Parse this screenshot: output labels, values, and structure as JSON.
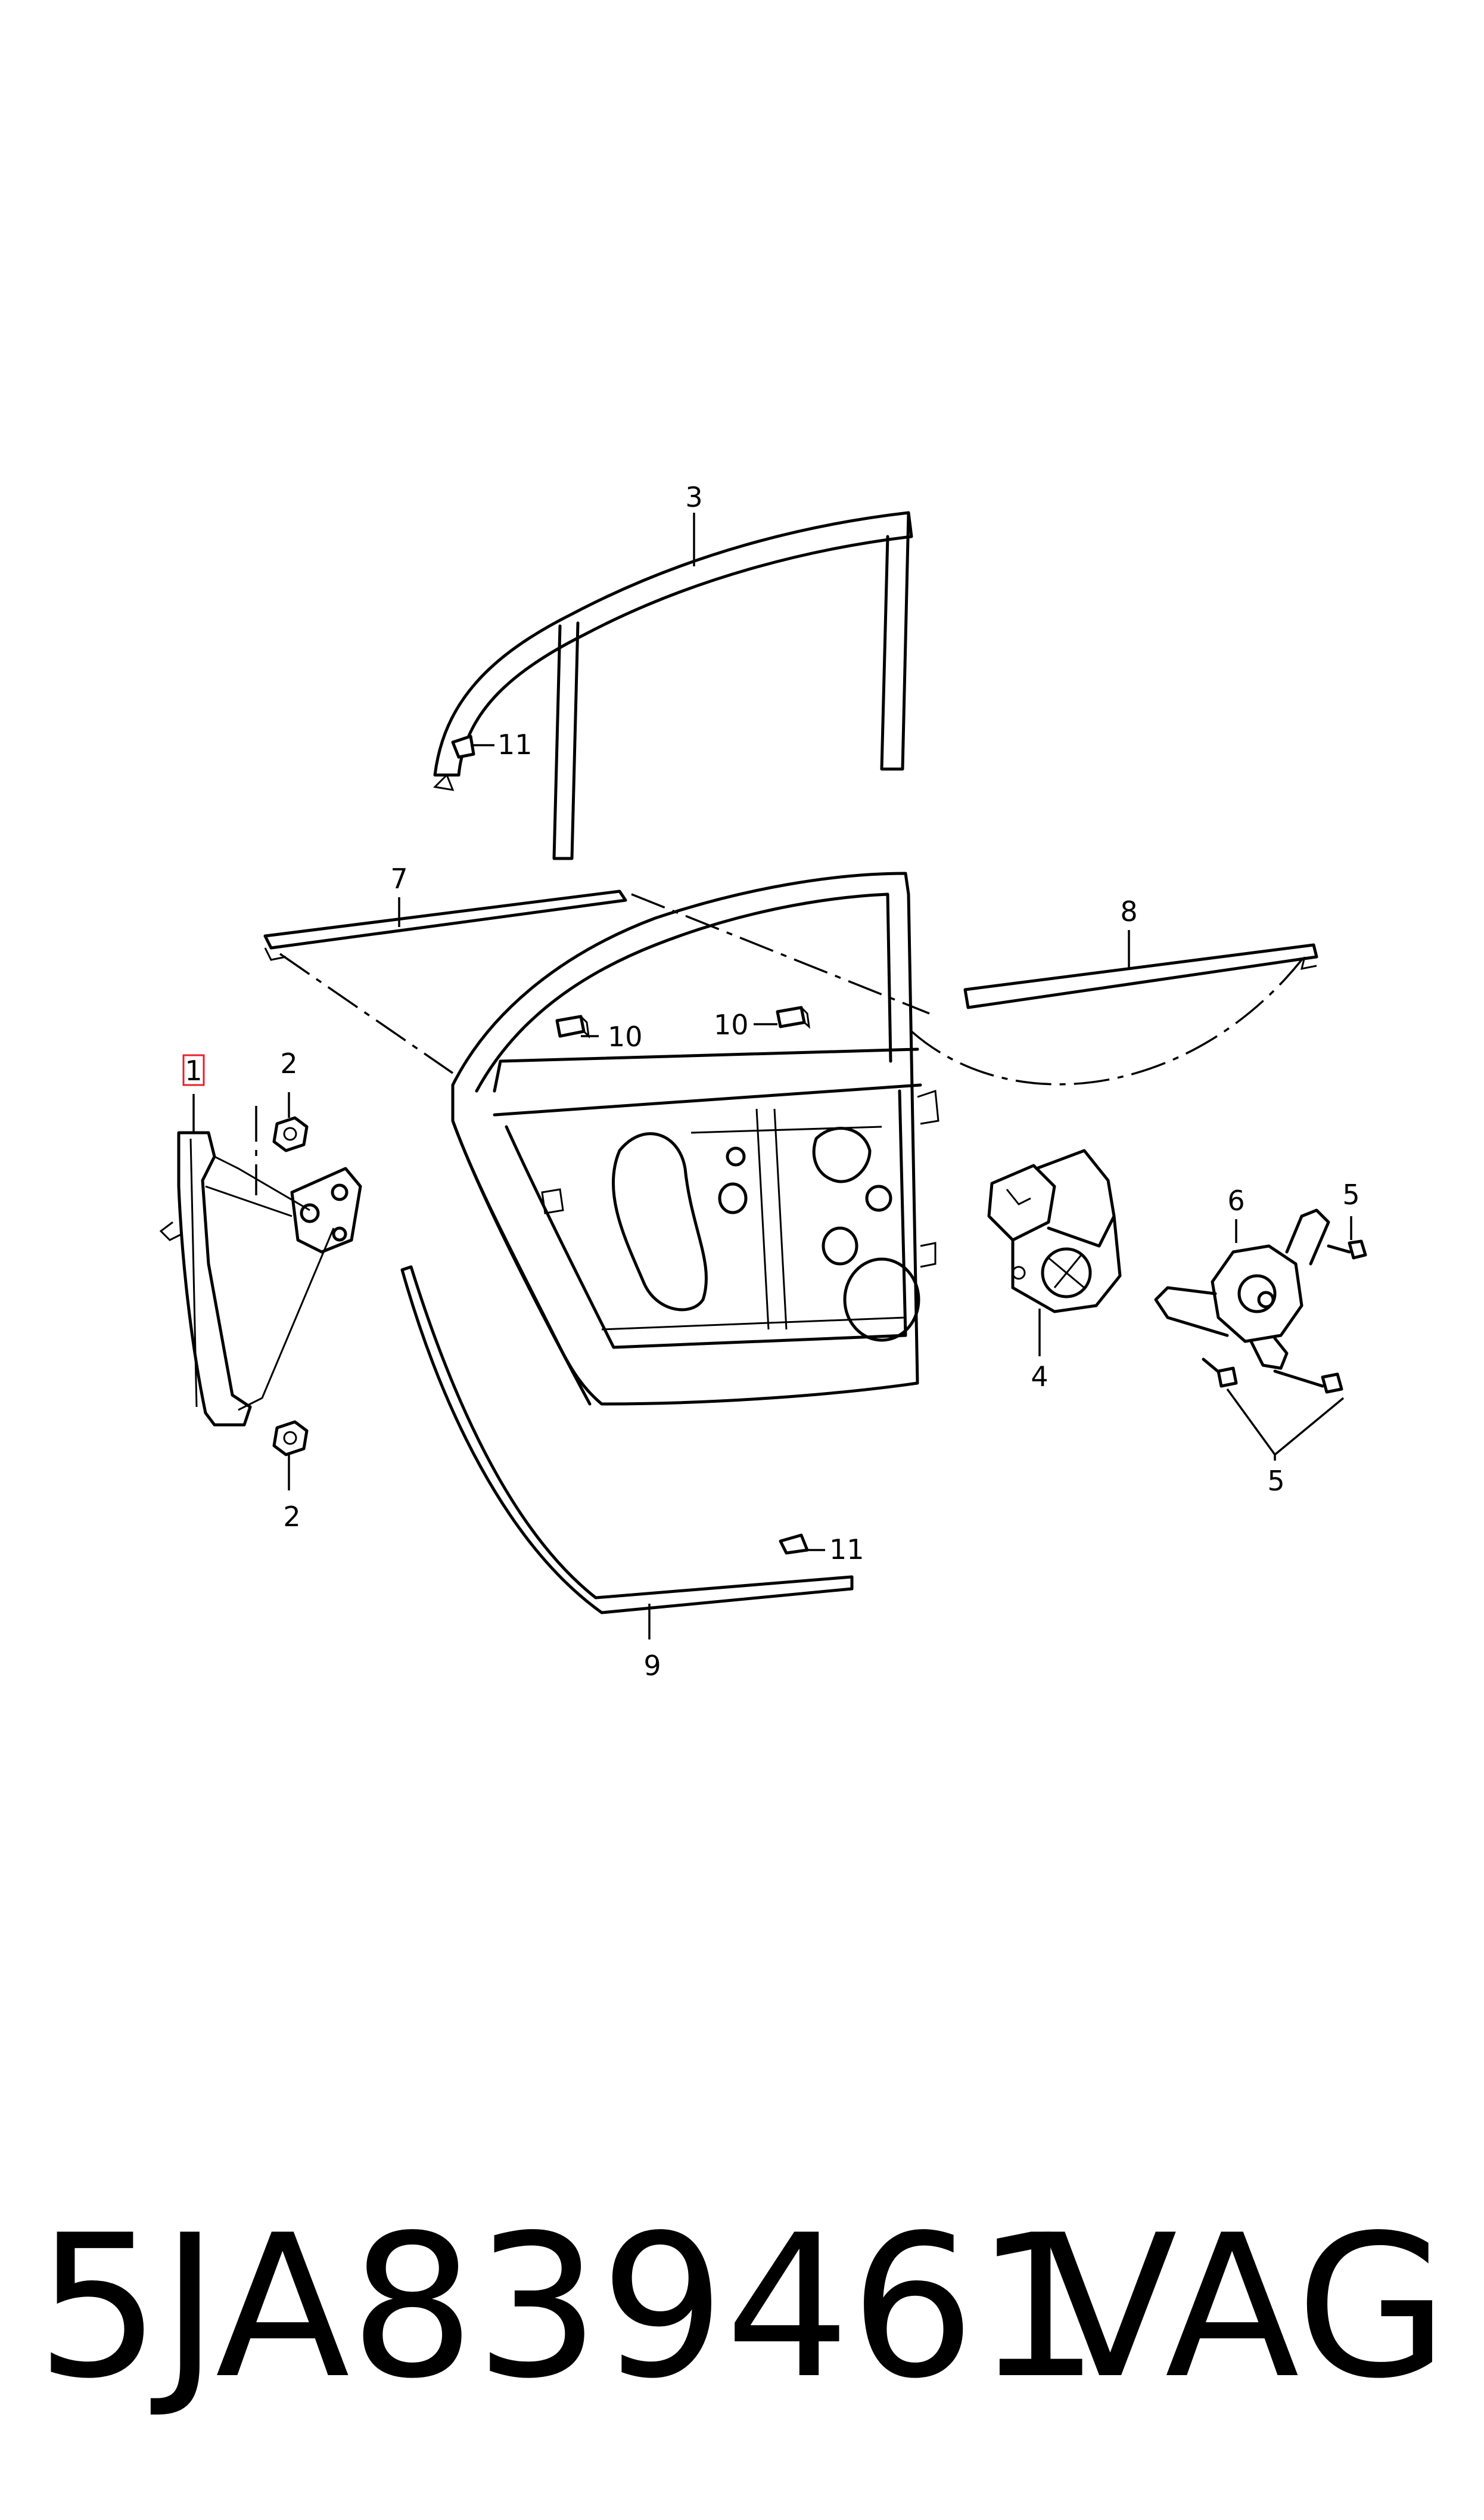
{
  "callouts": {
    "c1": "1",
    "c2a": "2",
    "c2b": "2",
    "c3": "3",
    "c4": "4",
    "c5a": "5",
    "c5b": "5",
    "c6": "6",
    "c7": "7",
    "c8": "8",
    "c9": "9",
    "c10a": "10",
    "c10b": "10",
    "c11a": "11",
    "c11b": "11"
  },
  "highlight_color": "#e8202a",
  "footer": {
    "part_number": "5JA839461",
    "brand": "VAG"
  }
}
